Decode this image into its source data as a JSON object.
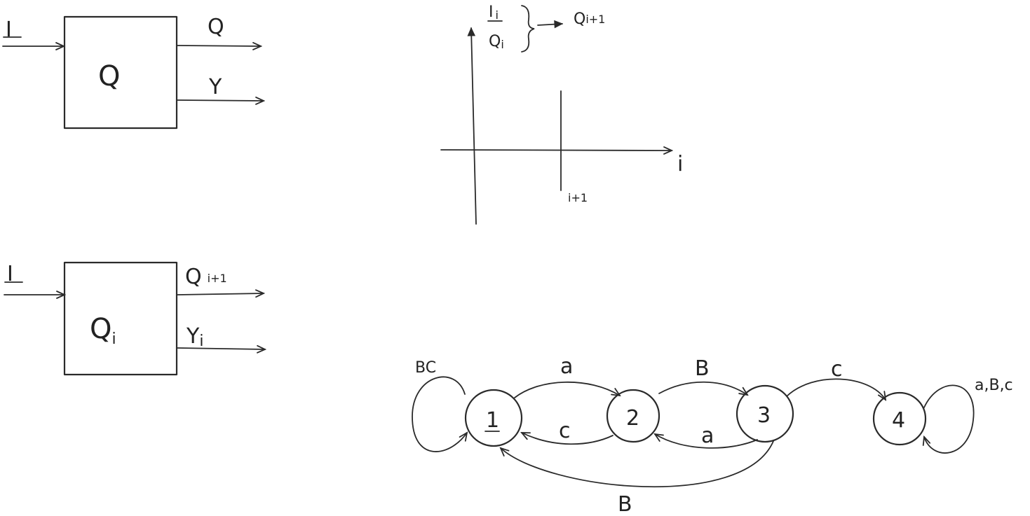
{
  "block1": {
    "input_label": "I",
    "state_label": "Q",
    "output_q": "Q",
    "output_y": "Y"
  },
  "block2": {
    "input_label": "I",
    "state_label": "Q",
    "state_subscript": "i",
    "output_q": "Q",
    "output_q_subscript": "i+1",
    "output_y": "Y",
    "output_y_subscript": "i"
  },
  "timeline": {
    "brace_top": "I",
    "brace_top_subscript": "i",
    "brace_bottom": "Q",
    "brace_bottom_subscript": "i",
    "result": "Q",
    "result_subscript": "i+1",
    "axis_label": "i",
    "tick_label": "i+1"
  },
  "automaton": {
    "states": [
      "1",
      "2",
      "3",
      "4"
    ],
    "transitions": {
      "self_1": "BC",
      "s1_to_s2": "a",
      "s2_to_s1": "c",
      "s2_to_s3": "B",
      "s3_to_s2": "a",
      "s3_to_s1": "B",
      "s3_to_s4": "c",
      "self_4": "a,B,c"
    }
  }
}
